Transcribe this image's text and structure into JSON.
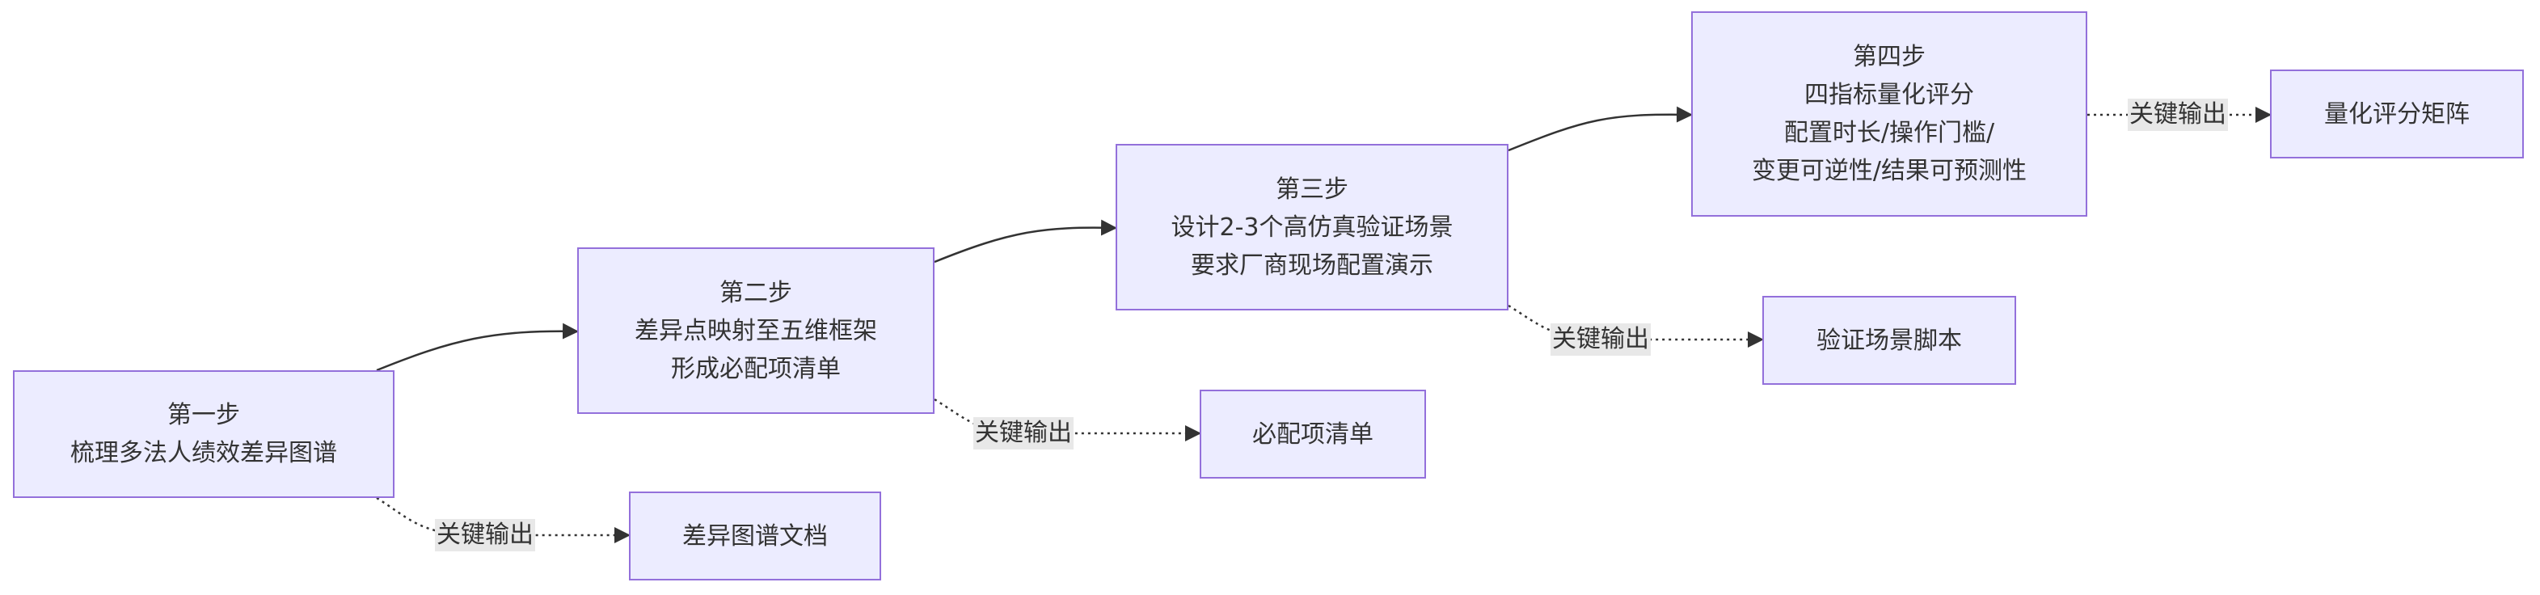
{
  "steps": [
    {
      "lines": [
        "第一步",
        "梳理多法人绩效差异图谱"
      ]
    },
    {
      "lines": [
        "第二步",
        "差异点映射至五维框架",
        "形成必配项清单"
      ]
    },
    {
      "lines": [
        "第三步",
        "设计2-3个高仿真验证场景",
        "要求厂商现场配置演示"
      ]
    },
    {
      "lines": [
        "第四步",
        "四指标量化评分",
        "配置时长/操作门槛/",
        "变更可逆性/结果可预测性"
      ]
    }
  ],
  "outputs": [
    {
      "label": "差异图谱文档"
    },
    {
      "label": "必配项清单"
    },
    {
      "label": "验证场景脚本"
    },
    {
      "label": "量化评分矩阵"
    }
  ],
  "edge_label": "关键输出",
  "colors": {
    "node_fill": "#ECECFF",
    "node_border": "#9370DB",
    "edge": "#333333",
    "label_bg": "#e8e8e8"
  }
}
